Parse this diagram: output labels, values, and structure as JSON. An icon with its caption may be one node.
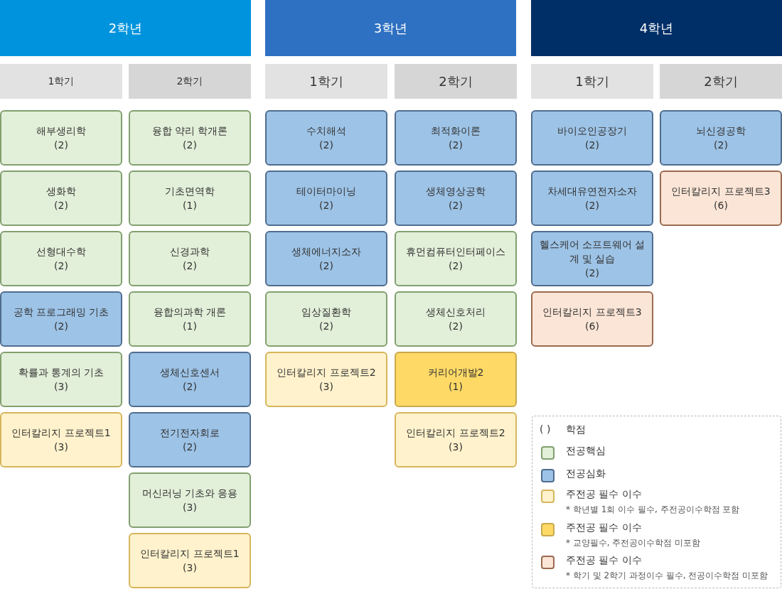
{
  "diagram": {
    "nodes": [
      {
        "text": [
          "2학년"
        ]
      },
      {
        "text": [
          "3학년"
        ]
      },
      {
        "text": [
          "4학년"
        ]
      },
      {
        "text": [
          "1학기"
        ]
      },
      {
        "text": [
          "2학기"
        ]
      },
      {
        "text": [
          "1학기"
        ]
      },
      {
        "text": [
          "2학기"
        ]
      },
      {
        "text": [
          "1학기"
        ]
      },
      {
        "text": [
          "2학기"
        ]
      },
      {
        "text": [
          "해부생리학",
          "(2)"
        ]
      },
      {
        "text": [
          "생화학",
          "(2)"
        ]
      },
      {
        "text": [
          "선형대수학",
          "(2)"
        ]
      },
      {
        "text": [
          "공학 프로그래밍 기초",
          "(2)"
        ]
      },
      {
        "text": [
          "확률과 통계의 기초",
          "(3)"
        ]
      },
      {
        "text": [
          "인터칼리지 프로젝트1",
          "(3)"
        ]
      },
      {
        "text": [
          "융합 약리 학개론",
          "(2)"
        ]
      },
      {
        "text": [
          "기초면역학",
          "(1)"
        ]
      },
      {
        "text": [
          "신경과학",
          "(2)"
        ]
      },
      {
        "text": [
          "융합의과학 개론",
          "(1)"
        ]
      },
      {
        "text": [
          "생체신호센서",
          "(2)"
        ]
      },
      {
        "text": [
          "전기전자회로",
          "(2)"
        ]
      },
      {
        "text": [
          "머신러닝 기초와 응용",
          "(3)"
        ]
      },
      {
        "text": [
          "인터칼리지 프로젝트1",
          "(3)"
        ]
      },
      {
        "text": [
          "수치해석",
          "(2)"
        ]
      },
      {
        "text": [
          "테이터마이닝",
          "(2)"
        ]
      },
      {
        "text": [
          "생체에너지소자",
          "(2)"
        ]
      },
      {
        "text": [
          "임상질환학",
          "(2)"
        ]
      },
      {
        "text": [
          "인터칼리지 프로젝트2",
          "(3)"
        ]
      },
      {
        "text": [
          "최적화이론",
          "(2)"
        ]
      },
      {
        "text": [
          "생체영상공학",
          "(2)"
        ]
      },
      {
        "text": [
          "휴먼컴퓨터인터페이스",
          "(2)"
        ]
      },
      {
        "text": [
          "생체신호처리",
          "(2)"
        ]
      },
      {
        "text": [
          "커리어개발2",
          "(1)"
        ]
      },
      {
        "text": [
          "인터칼리지 프로젝트2",
          "(3)"
        ]
      },
      {
        "text": [
          "바이오인공장기",
          "(2)"
        ]
      },
      {
        "text": [
          "차세대유연전자소자",
          "(2)"
        ]
      },
      {
        "text": [
          "헬스케어 소프트웨어 설계 및 실습",
          "(2)"
        ]
      },
      {
        "text": [
          "인터칼리지 프로젝트3",
          "(6)"
        ]
      },
      {
        "text": [
          "뇌신경공학",
          "(2)"
        ]
      },
      {
        "text": [
          "인터칼리지 프로젝트3",
          "(6)"
        ]
      }
    ],
    "labels": [
      "( )",
      "* 학년별 1회 이수 필수, 주전공이수학점 포함",
      "* 교양필수, 주전공이수학점 미포함",
      "* 학기 및 2학기 과정이수 필수, 전공이수학점 미포함"
    ],
    "legend": [
      {
        "text": "학점"
      },
      {
        "text": "전공핵심",
        "color": "#e2efd9"
      },
      {
        "text": "전공심화",
        "color": "#9dc3e6"
      },
      {
        "text": "주전공 필수 이수",
        "color": "#fff2cc"
      },
      {
        "text": "주전공 필수 이수",
        "color": "#ffd966"
      },
      {
        "text": "주전공 필수 이수",
        "color": "#fbe5d6"
      }
    ]
  }
}
